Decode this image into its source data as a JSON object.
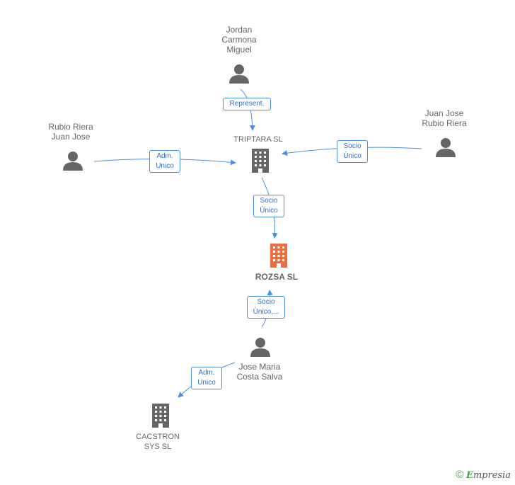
{
  "nodes": {
    "jordan": {
      "lines": [
        "Jordan",
        "Carmona",
        "Miguel"
      ],
      "type": "person"
    },
    "rubio_riera_jj": {
      "lines": [
        "Rubio Riera",
        "Juan Jose"
      ],
      "type": "person"
    },
    "juan_jose_rr": {
      "lines": [
        "Juan Jose",
        "Rubio Riera"
      ],
      "type": "person"
    },
    "triptara": {
      "lines": [
        "TRIPTARA SL"
      ],
      "type": "company"
    },
    "rozsa": {
      "lines": [
        "ROZSA SL"
      ],
      "type": "company-focus"
    },
    "jose_maria": {
      "lines": [
        "Jose Maria",
        "Costa Salva"
      ],
      "type": "person"
    },
    "cacstron": {
      "lines": [
        "CACSTRON",
        "SYS SL"
      ],
      "type": "company"
    }
  },
  "relations": {
    "jordan_triptara": [
      "Represent."
    ],
    "rubio_triptara": [
      "Adm.",
      "Unico"
    ],
    "juanjose_triptara": [
      "Socio",
      "Único"
    ],
    "triptara_rozsa": [
      "Socio",
      "Único"
    ],
    "josemaria_rozsa": [
      "Socio",
      "Único,..."
    ],
    "josemaria_cacstron": [
      "Adm.",
      "Unico"
    ]
  },
  "colors": {
    "edge": "#4a90e2",
    "icon": "#666666",
    "focus": "#f26b3a"
  },
  "footer": {
    "copyright": "©",
    "brand_e": "E",
    "brand_rest": "mpresia"
  }
}
